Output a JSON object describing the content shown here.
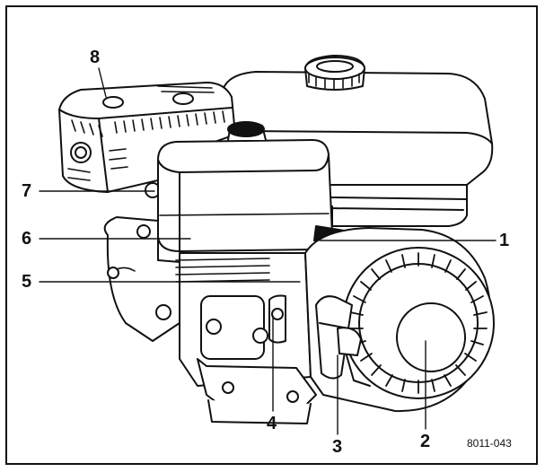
{
  "callouts": [
    {
      "id": "1",
      "label": "1"
    },
    {
      "id": "2",
      "label": "2"
    },
    {
      "id": "3",
      "label": "3"
    },
    {
      "id": "4",
      "label": "4"
    },
    {
      "id": "5",
      "label": "5"
    },
    {
      "id": "6",
      "label": "6"
    },
    {
      "id": "7",
      "label": "7"
    },
    {
      "id": "8",
      "label": "8"
    }
  ],
  "figure_code": "8011-043",
  "colors": {
    "line": "#111111",
    "fill": "#ffffff",
    "shade": "#d9d9d9"
  }
}
